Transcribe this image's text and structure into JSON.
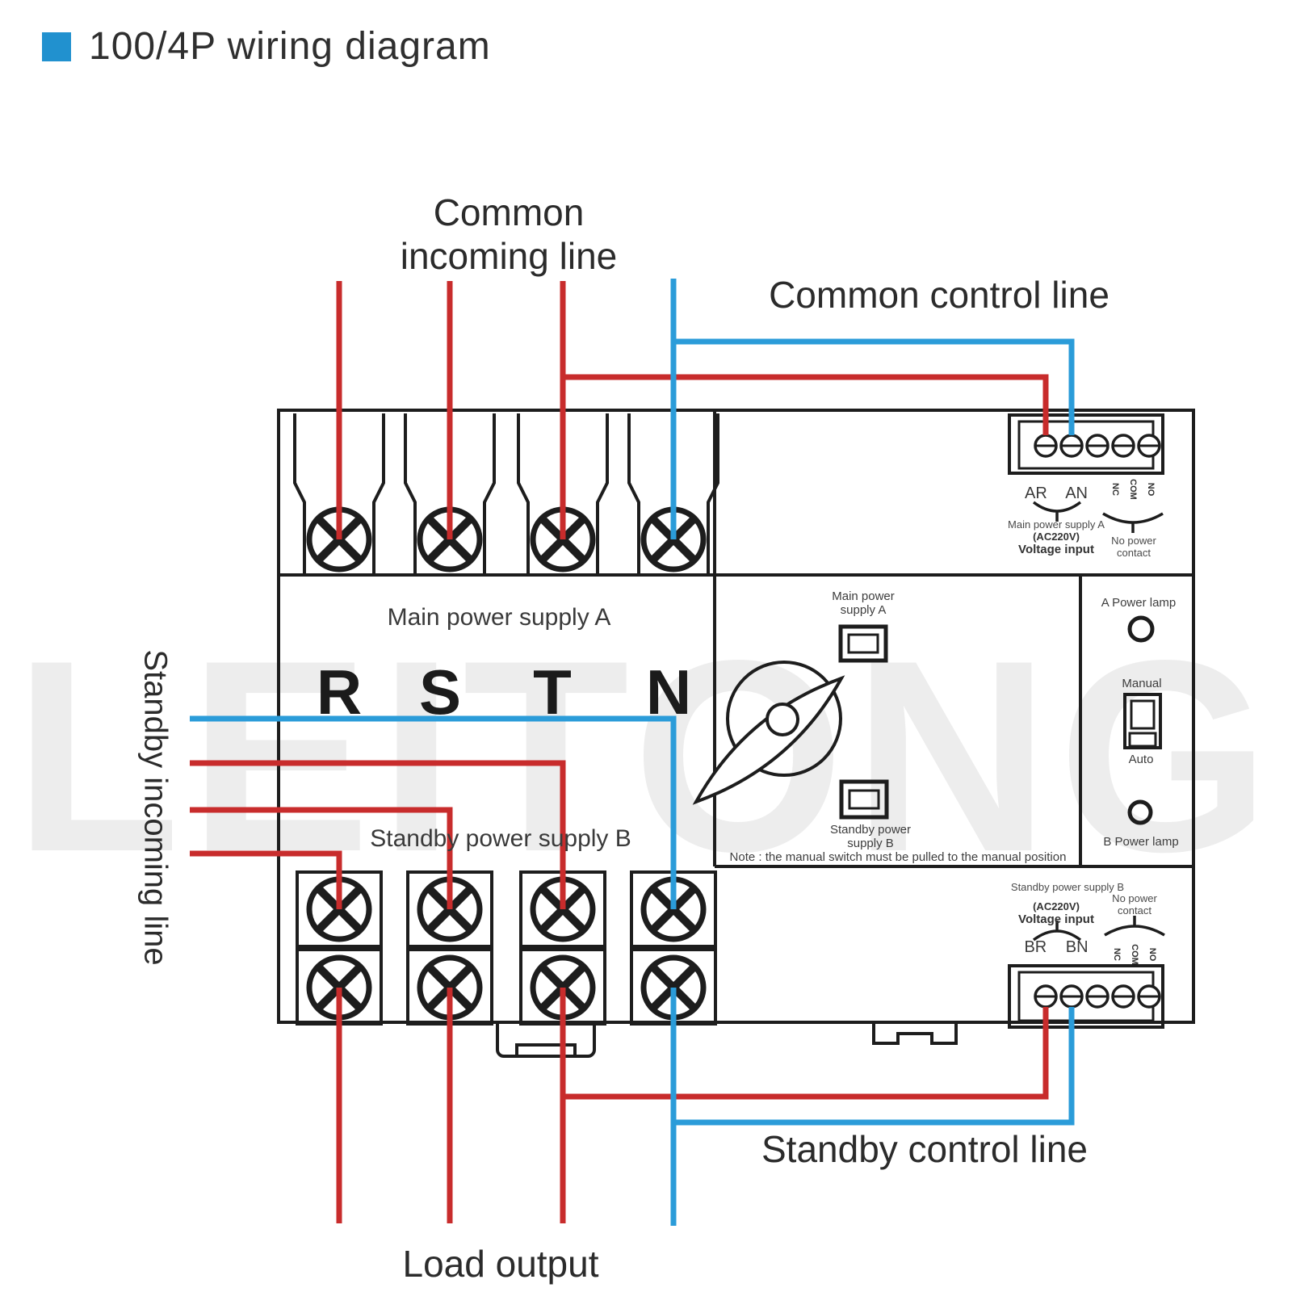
{
  "title": {
    "text": "100/4P wiring diagram"
  },
  "watermark": "LEITONG",
  "colors": {
    "accent-blue": "#2191cf",
    "wire-red": "#c82c2c",
    "wire-blue": "#2b9cd9",
    "ink": "#1d1d1d"
  },
  "labels": {
    "common_incoming_1": "Common",
    "common_incoming_2": "incoming line",
    "common_control": "Common control line",
    "standby_incoming": "Standby incoming line",
    "standby_control": "Standby control line",
    "load_output": "Load output",
    "main_supply_a": "Main power supply A",
    "standby_supply_b": "Standby power supply B"
  },
  "phases": [
    "R",
    "S",
    "T",
    "N"
  ],
  "device": {
    "top_terminal_block": {
      "input_terminals": "AR AN",
      "desc_1": "Main power supply A",
      "desc_2": "(AC220V)",
      "desc_3": "Voltage input",
      "contacts": [
        "NC",
        "COM",
        "NO"
      ],
      "contact_desc_1": "No power",
      "contact_desc_2": "contact"
    },
    "bottom_terminal_block": {
      "header": "Standby power supply B",
      "desc_2": "(AC220V)",
      "desc_3": "Voltage input",
      "input_terminals": "BR BN",
      "contacts": [
        "NC",
        "COM",
        "NO"
      ],
      "contact_desc_1": "No power",
      "contact_desc_2": "contact"
    },
    "middle_panel": {
      "lamp_a_1": "Main power",
      "lamp_a_2": "supply A",
      "lamp_b_1": "Standby power",
      "lamp_b_2": "supply B",
      "note": "Note : the manual switch must be pulled to the manual position"
    },
    "right_panel": {
      "lamp_a": "A Power lamp",
      "manual": "Manual",
      "auto": "Auto",
      "lamp_b": "B Power lamp"
    }
  }
}
